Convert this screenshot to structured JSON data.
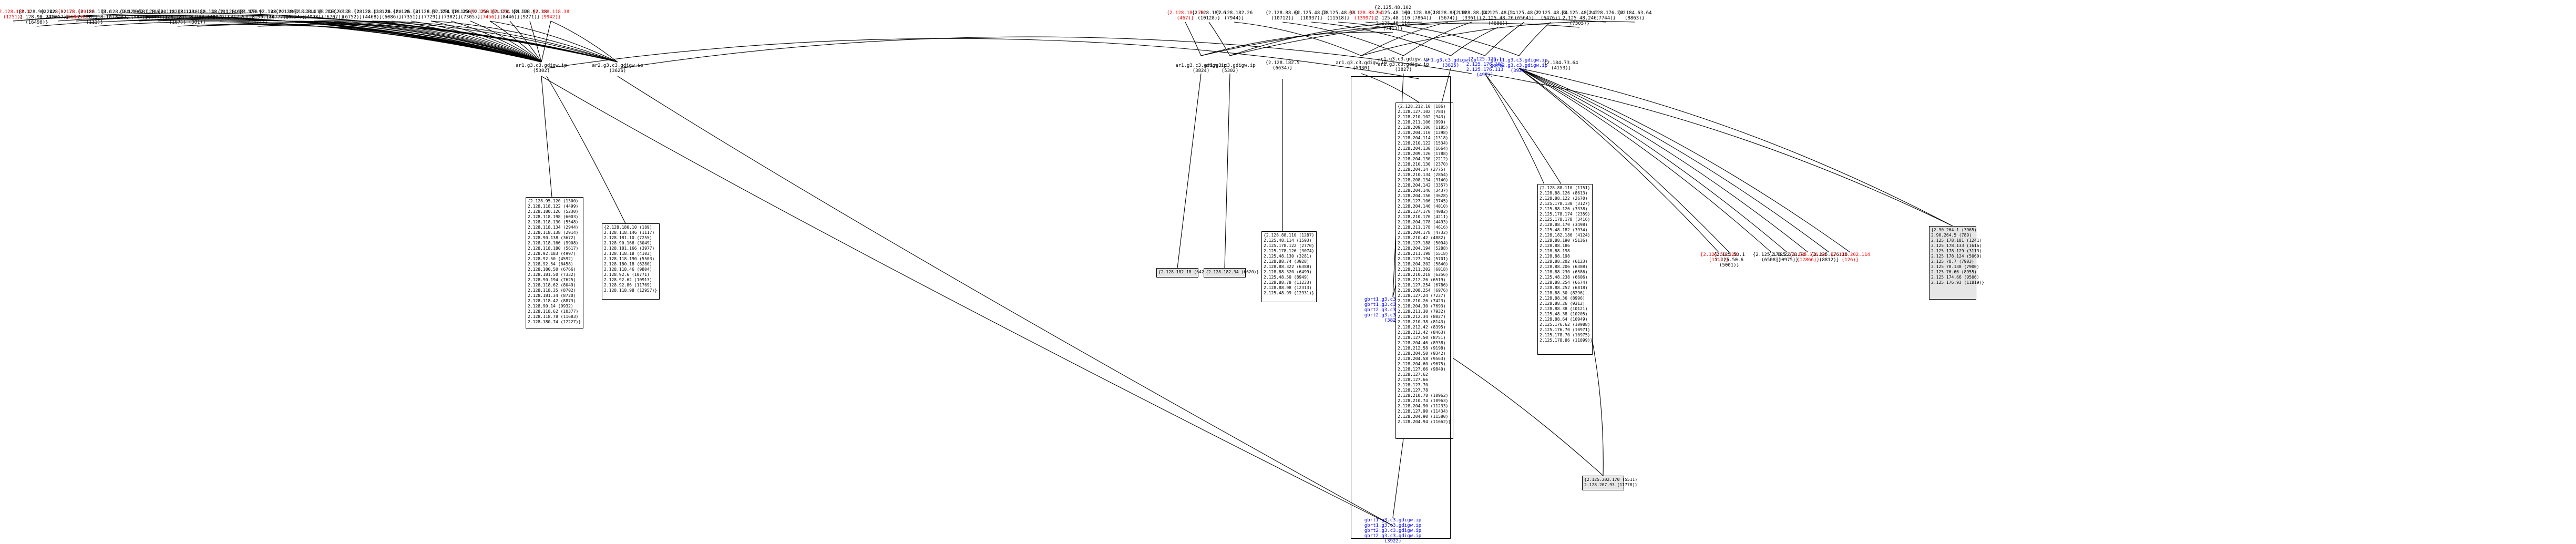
{
  "top_nodes": [
    {
      "id": "t1",
      "lines": [
        "{2.128.189.4",
        "(1251)}"
      ],
      "color": "red"
    },
    {
      "id": "t2",
      "lines": [
        "{2.128.90.242",
        "2.128.90.241",
        "(16498)}"
      ],
      "color": "black"
    },
    {
      "id": "t3",
      "lines": [
        "{2.128.92.78",
        "(10057)}"
      ],
      "color": "black"
    },
    {
      "id": "t4",
      "lines": [
        "{2.128.189.86",
        "(11063)}"
      ],
      "color": "red"
    },
    {
      "id": "t5",
      "lines": [
        "{2.128.118.6",
        "2.128.118.10",
        "(111)}"
      ],
      "color": "black"
    },
    {
      "id": "t6",
      "lines": [
        "{2.128.180.106",
        "(844)}"
      ],
      "color": "black"
    },
    {
      "id": "t7",
      "lines": [
        "{2.128.181.106",
        "(944)}"
      ],
      "color": "black"
    },
    {
      "id": "t8",
      "lines": [
        "{2.128.180.112",
        "(1461)}"
      ],
      "color": "black"
    },
    {
      "id": "t9",
      "lines": [
        "{2.128.181.130",
        "2.128.181.142",
        "(167)}"
      ],
      "color": "black"
    },
    {
      "id": "t10",
      "lines": [
        "{2.128.180.142",
        "2.128.180.146",
        "(301)}"
      ],
      "color": "black"
    },
    {
      "id": "t11",
      "lines": [
        "{2.128.181.146",
        "(3079)}"
      ],
      "color": "black"
    },
    {
      "id": "t12",
      "lines": [
        "{2.128.181.170",
        "(4122)}"
      ],
      "color": "black"
    },
    {
      "id": "t13",
      "lines": [
        "{2.128.92.182",
        "2.128.90.186",
        "(1474)}"
      ],
      "color": "black"
    },
    {
      "id": "t14",
      "lines": [
        "{2.128.92.186",
        "(14777)}"
      ],
      "color": "black"
    },
    {
      "id": "t15",
      "lines": [
        "{2.128.118.214",
        "(6224)}"
      ],
      "color": "black"
    },
    {
      "id": "t16",
      "lines": [
        "{2.128.118.218",
        "(4098)}"
      ],
      "color": "black"
    },
    {
      "id": "t17",
      "lines": [
        "{2.128.92.2",
        "(6707)}"
      ],
      "color": "black"
    },
    {
      "id": "t18",
      "lines": [
        "{2.128.118.22",
        "(6752)}"
      ],
      "color": "black"
    },
    {
      "id": "t19",
      "lines": [
        "{2.128.118.26",
        "(4468)}"
      ],
      "color": "black"
    },
    {
      "id": "t20",
      "lines": [
        "{2.128.180.26",
        "(6086)}"
      ],
      "color": "black"
    },
    {
      "id": "t21",
      "lines": [
        "{2.128.181.26",
        "(7351)}"
      ],
      "color": "black"
    },
    {
      "id": "t22",
      "lines": [
        "{2.128.92.254",
        "(7729)}"
      ],
      "color": "black"
    },
    {
      "id": "t23",
      "lines": [
        "{2.128.118.250",
        "(7302)}"
      ],
      "color": "black"
    },
    {
      "id": "t24",
      "lines": [
        "{2.128.92.250",
        "(7305)}"
      ],
      "color": "black"
    },
    {
      "id": "t25",
      "lines": [
        "{2.128.189.254",
        "(7456)}"
      ],
      "color": "red"
    },
    {
      "id": "t26",
      "lines": [
        "{2.128.181.38",
        "(8446)}"
      ],
      "color": "black"
    },
    {
      "id": "t27",
      "lines": [
        "{2.128.92.38",
        "(9271)}"
      ],
      "color": "black"
    },
    {
      "id": "t28",
      "lines": [
        "{2.128.118.38",
        "(9942)}"
      ],
      "color": "red"
    },
    {
      "id": "t29",
      "lines": [
        "{2.128.181.70",
        "(467)}"
      ],
      "color": "red"
    },
    {
      "id": "t30",
      "lines": [
        "{2.128.181.6",
        "(10128)}"
      ],
      "color": "black"
    },
    {
      "id": "t31",
      "lines": [
        "{2.128.182.26",
        "(7944)}"
      ],
      "color": "black"
    },
    {
      "id": "t32",
      "lines": [
        "{2.128.88.60",
        "(10712)}"
      ],
      "color": "black"
    },
    {
      "id": "t33",
      "lines": [
        "{2.125.48.78",
        "(10937)}"
      ],
      "color": "black"
    },
    {
      "id": "t34",
      "lines": [
        "{2.125.48.98",
        "(11518)}"
      ],
      "color": "black"
    },
    {
      "id": "t35",
      "lines": [
        "{2.128.88.94",
        "(13997)}"
      ],
      "color": "red"
    },
    {
      "id": "t36",
      "lines": [
        "{2.125.48.102",
        "2.125.48.106",
        "2.125.48.110",
        "2.125.48.114",
        "(7413)}"
      ],
      "color": "black"
    },
    {
      "id": "t37",
      "lines": [
        "{2.128.88.18",
        "(7864)}"
      ],
      "color": "black"
    },
    {
      "id": "t38",
      "lines": [
        "{2.128.88.118",
        "(5674)}"
      ],
      "color": "black"
    },
    {
      "id": "t39",
      "lines": [
        "{2.128.88.142",
        "(3361)}"
      ],
      "color": "black"
    },
    {
      "id": "t40",
      "lines": [
        "{2.125.48.14",
        "2.125.48.26",
        "(4686)}"
      ],
      "color": "black"
    },
    {
      "id": "t41",
      "lines": [
        "{2.125.48.22",
        "(6564)}"
      ],
      "color": "black"
    },
    {
      "id": "t42",
      "lines": [
        "{2.125.48.34",
        "(6476)}"
      ],
      "color": "black"
    },
    {
      "id": "t43",
      "lines": [
        "{2.125.48.242",
        "2.125.48.246",
        "(7305)}"
      ],
      "color": "black"
    },
    {
      "id": "t44",
      "lines": [
        "{2.128.176.202",
        "(7744)}"
      ],
      "color": "black"
    },
    {
      "id": "t45",
      "lines": [
        "{2.184.63.64",
        "(8863)}"
      ],
      "color": "black"
    }
  ],
  "hubs": [
    {
      "id": "h1",
      "lines": [
        "ar1.g3.c3.gdigw.ip",
        "(5302)"
      ],
      "color": "black"
    },
    {
      "id": "h2",
      "lines": [
        "ar2.g3.c3.gdigw.ip",
        "(3626)"
      ],
      "color": "black"
    },
    {
      "id": "h3",
      "lines": [
        "ar1.g3.c3.gdigw.ip",
        "(3824)"
      ],
      "color": "black"
    },
    {
      "id": "h4",
      "lines": [
        "ar1.g3.c3.gdigw.ip",
        "(5302)"
      ],
      "color": "black"
    },
    {
      "id": "h5",
      "lines": [
        "{2.128.182.5",
        "(6634)}"
      ],
      "color": "black"
    },
    {
      "id": "h6",
      "lines": [
        "ar1.g3.c3.gdigw.ip",
        "(5930)"
      ],
      "color": "black"
    },
    {
      "id": "h7",
      "lines": [
        "ar1.g3.c3.gdigw.ip",
        "ar2.g3.c3.gdigw.ip",
        "(3827)"
      ],
      "color": "black"
    },
    {
      "id": "h8",
      "lines": [
        "ar1.g3.c3.gdigw.ip",
        "(3825)"
      ],
      "color": "blue"
    },
    {
      "id": "h9",
      "lines": [
        "{2.125.176.1",
        "2.125.176.101",
        "2.125.176.113",
        "(497)}"
      ],
      "color": "blue"
    },
    {
      "id": "h10",
      "lines": [
        "gbrt1.g3.c3.gdigw.ip",
        "gbrt2.g3.c3.gdigw.ip",
        "(3924)"
      ],
      "color": "blue"
    },
    {
      "id": "h11",
      "lines": [
        "{2.184.73.64",
        "(4153)}"
      ],
      "color": "black"
    }
  ],
  "mid_nodes": [
    {
      "id": "m1",
      "lines": [
        "{2.125.50.128",
        "(1517)}"
      ],
      "color": "red"
    },
    {
      "id": "m2",
      "lines": [
        "{2.125.50.1",
        "2.125.50.6",
        "(5001)}"
      ],
      "color": "black"
    },
    {
      "id": "m3",
      "lines": [
        "{2.125.178.22",
        "(6508)}"
      ],
      "color": "black"
    },
    {
      "id": "m4",
      "lines": [
        "{2.125.178.70",
        "(10975)}"
      ],
      "color": "black"
    },
    {
      "id": "m5",
      "lines": [
        "{2.125.176.94",
        "(12866)}"
      ],
      "color": "red"
    },
    {
      "id": "m6",
      "lines": [
        "{2.125.176.18",
        "(8812)}"
      ],
      "color": "black"
    },
    {
      "id": "m7",
      "lines": [
        "{2.125.202.114",
        "(126)}"
      ],
      "color": "red"
    }
  ],
  "mid_blue": {
    "lines": [
      "gbrt1.g3.c3.gdigw.ip",
      "gbrt1.g3.c3.gdigw.ip",
      "gbrt2.g3.c3.gdigw.ip",
      "gbrt2.g3.c3.gdigw.ip",
      "(3823)"
    ]
  },
  "bottom_blue": {
    "lines": [
      "gbrt1.g3.c3.gdigw.ip",
      "gbrt1.g3.c3.gdigw.ip",
      "gbrt2.g3.c3.gdigw.ip",
      "gbrt2.g3.c3.gdigw.ip",
      "(3922)"
    ]
  },
  "boxes": {
    "b1": [
      "{2.128.95.120 (1300)",
      "2.128.118.122 (4499)",
      "2.128.180.126 (5230)",
      "2.128.118.198 (6003)",
      "2.128.118.130 (5548)",
      "2.128.118.134 (2944)",
      "2.128.118.138 (2914)",
      "2.128.90.138 (3672)",
      "2.128.118.166 (9908)",
      "2.128.118.180 (5617)",
      "2.128.92.183 (4997)",
      "2.128.92.50 (4592)",
      "2.128.92.54 (6458)",
      "2.128.180.50 (6766)",
      "2.128.181.50 (7332)",
      "2.128.90.194 (7625)",
      "2.128.118.62 (8049)",
      "2.128.118.35 (8702)",
      "2.128.181.34 (8720)",
      "2.128.118.42 (8873)",
      "2.128.90.14 (9932)",
      "2.128.118.62 (10377)",
      "2.128.118.78 (11683)",
      "2.128.180.74 (12227)}"
    ],
    "b2": [
      "{2.128.180.10 (189)",
      "2.128.118.146 (1117)",
      "2.128.181.10 (7255)",
      "2.128.90.166 (3049)",
      "2.128.181.166 (3977)",
      "2.128.118.18 (4103)",
      "2.128.118.190 (5503)",
      "2.128.180.18 (6280)",
      "2.128.118.46 (9804)",
      "2.128.92.6 (10771)",
      "2.128.92.62 (10913)",
      "2.128.92.86 (11769)",
      "2.128.118.98 (12957)}"
    ],
    "b3": [
      "{2.128.182.18 (6424)}"
    ],
    "b4": [
      "{2.128.182.34 (6620)}"
    ],
    "b5": [
      "{2.128.88.110 (1287)",
      "2.125.48.114 (1593)",
      "2.125.178.122 (2770)",
      "2.125.178.126 (3074)",
      "2.125.48.130 (3281)",
      "2.128.88.74 (3928)",
      "2.128.88.322 (6388)",
      "2.128.88.320 (6499)",
      "2.125.48.50 (8949)",
      "2.128.88.78 (11233)",
      "2.128.88.98 (12313)",
      "2.125.48.99 (12931)}"
    ],
    "b6": [
      "{2.128.212.10 (186)",
      "2.128.127.102 (784)",
      "2.128.210.102 (943)",
      "2.128.211.106 (999)",
      "2.128.209.106 (1185)",
      "2.128.204.110 (1298)",
      "2.128.204.114 (1318)",
      "2.128.210.122 (1534)",
      "2.128.204.130 (1664)",
      "2.128.209.126 (1788)",
      "2.128.204.130 (2212)",
      "2.128.210.130 (2370)",
      "2.128.204.14 (2775)",
      "2.128.210.134 (2854)",
      "2.128.208.134 (3140)",
      "2.128.204.142 (3357)",
      "2.128.204.146 (3437)",
      "2.128.204.150 (3628)",
      "2.128.127.106 (3745)",
      "2.128.204.146 (4010)",
      "2.128.127.170 (4082)",
      "2.128.210.170 (4211)",
      "2.128.204.178 (4493)",
      "2.128.211.178 (4616)",
      "2.128.204.178 (4732)",
      "2.128.210.42 (4882)",
      "2.128.127.188 (5094)",
      "2.128.204.194 (5288)",
      "2.128.211.198 (5518)",
      "2.128.127.194 (5701)",
      "2.128.204.202 (5840)",
      "2.128.211.202 (6018)",
      "2.128.210.218 (6256)",
      "2.128.212.26 (6519)",
      "2.128.127.254 (6786)",
      "2.128.208.254 (6976)",
      "2.128.127.24 (7237)",
      "2.128.210.26 (7423)",
      "2.128.204.30 (7693)",
      "2.128.211.30 (7932)",
      "2.128.212.34 (8027)",
      "2.128.210.38 (8143)",
      "2.128.212.42 (8395)",
      "2.128.212.42 (8463)",
      "2.128.127.50 (8751)",
      "2.128.204.46 (8938)",
      "2.128.212.58 (9198)",
      "2.128.204.50 (9342)",
      "2.128.204.58 (9563)",
      "2.128.204.60 (9675)",
      "2.128.127.66 (9840)",
      "2.128.127.62",
      "2.128.127.66",
      "2.128.127.70",
      "2.128.127.78",
      "2.128.210.78 (10962)",
      "2.128.210.74 (10963)",
      "2.128.204.90 (11233)",
      "2.128.127.90 (11434)",
      "2.128.204.90 (11580)",
      "2.128.204.94 (11662)}"
    ],
    "b7": [
      "{2.128.88.110 (1151)",
      "2.128.88.126 (8613)",
      "2.128.88.122 (2670)",
      "2.125.178.130 (3127)",
      "2.125.88.126 (3338)",
      "2.125.178.174 (2359)",
      "2.125.178.178 (3416)",
      "2.128.88.170 (3498)",
      "2.125.48.182 (3934)",
      "2.128.182.186 (4124)",
      "2.128.88.190 (5136)",
      "2.128.88.186",
      "2.128.88.198",
      "2.128.88.198",
      "2.128.88.202 (6123)",
      "2.128.88.206 (6308)",
      "2.128.88.230 (6586)",
      "2.125.48.238 (6606)",
      "2.128.88.254 (6674)",
      "2.128.88.252 (6818)",
      "2.128.88.30 (8296)",
      "2.128.88.36 (8996)",
      "2.128.88.26 (9312)",
      "2.128.88.38 (10121)",
      "2.125.48.38 (10205)",
      "2.128.88.64 (10949)",
      "2.125.176.62 (10988)",
      "2.125.176.70 (10971)",
      "2.125.178.70 (10975)",
      "2.125.178.86 (11899)}"
    ],
    "b8": [
      "{2.90.264.1 (3965)",
      "2.90.264.5 (789)",
      "2.125.178.181 (1241)",
      "2.125.178.133 (1616)",
      "2.125.178.129 (3113)",
      "2.125.178.124 (5060)",
      "2.125.78.7 (7903)",
      "2.125.78.138 (7900)",
      "2.125.76.66 (8955)",
      "2.125.174.66 (9506)",
      "2.125.176.93 (11819)}"
    ],
    "b9": [
      "{2.125.202.170 (5511)",
      "2.128.207.93 (11778)}"
    ]
  }
}
